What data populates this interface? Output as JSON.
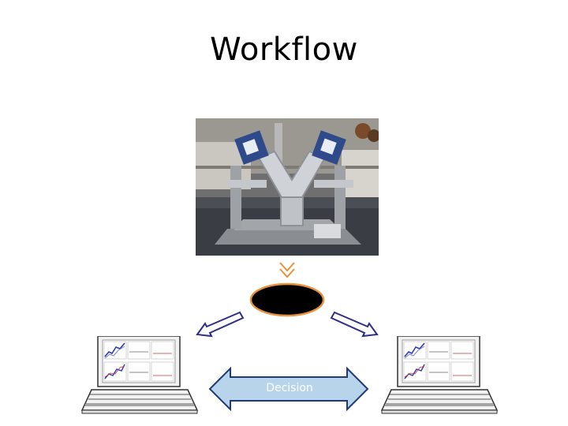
{
  "slide": {
    "title": "Workflow",
    "decision_label": "Decision"
  },
  "colors": {
    "chevron": "#e8913a",
    "ellipse_fill": "#000000",
    "ellipse_stroke": "#e8913a",
    "side_arrow_fill": "#ffffff",
    "side_arrow_stroke": "#2e2e8a",
    "decision_arrow_fill": "#b7d4ea",
    "decision_arrow_stroke": "#1f3a7a",
    "laptop_outline": "#333333",
    "laptop_body": "#f2f2f2"
  },
  "icons": {
    "photo": "instrument-photo",
    "chevron": "double-chevron-down-icon",
    "left_arrow": "arrow-down-left-icon",
    "right_arrow": "arrow-down-right-icon",
    "decision_arrow": "double-headed-arrow-icon",
    "laptop": "laptop-icon"
  }
}
